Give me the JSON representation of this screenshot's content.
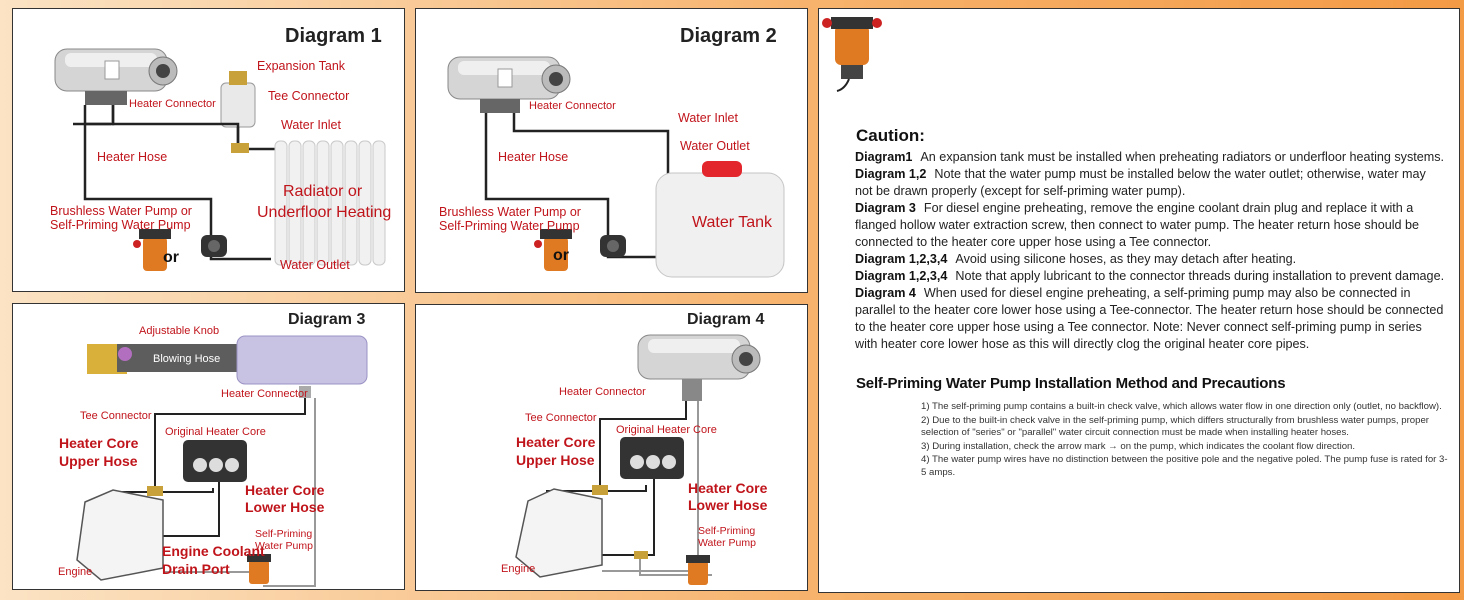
{
  "diagram1": {
    "title": "Diagram 1",
    "labels": {
      "expansion_tank": "Expansion Tank",
      "heater_connector": "Heater Connector",
      "tee_connector": "Tee Connector",
      "water_inlet": "Water Inlet",
      "heater_hose": "Heater Hose",
      "radiator": "Radiator or",
      "underfloor": "Underfloor Heating",
      "pump_line1": "Brushless Water Pump or",
      "pump_line2": "Self-Priming Water Pump",
      "or": "or",
      "water_outlet": "Water Outlet"
    }
  },
  "diagram2": {
    "title": "Diagram 2",
    "labels": {
      "heater_connector": "Heater Connector",
      "water_inlet": "Water Inlet",
      "water_outlet": "Water Outlet",
      "heater_hose": "Heater Hose",
      "water_tank": "Water Tank",
      "pump_line1": "Brushless Water Pump or",
      "pump_line2": "Self-Priming Water Pump",
      "or": "or"
    }
  },
  "diagram3": {
    "title": "Diagram 3",
    "labels": {
      "adjustable_knob": "Adjustable Knob",
      "blowing_hose": "Blowing Hose",
      "heater_connector": "Heater Connector",
      "tee_connector": "Tee Connector",
      "original_core": "Original Heater Core",
      "upper1": "Heater Core",
      "upper2": "Upper Hose",
      "lower1": "Heater Core",
      "lower2": "Lower Hose",
      "sp1": "Self-Priming",
      "sp2": "Water Pump",
      "drain1": "Engine Coolant",
      "drain2": "Drain Port",
      "engine": "Engine"
    }
  },
  "diagram4": {
    "title": "Diagram 4",
    "labels": {
      "heater_connector": "Heater Connector",
      "tee_connector": "Tee Connector",
      "original_core": "Original Heater Core",
      "upper1": "Heater Core",
      "upper2": "Upper Hose",
      "lower1": "Heater Core",
      "lower2": "Lower Hose",
      "sp1": "Self-Priming",
      "sp2": "Water Pump",
      "engine": "Engine"
    }
  },
  "caution": {
    "title": "Caution:",
    "notes": [
      {
        "key": "Diagram1",
        "text": "An expansion tank must be installed when preheating radiators or underfloor heating systems."
      },
      {
        "key": "Diagram 1,2",
        "text": "Note that the water pump must be installed below the water outlet; otherwise, water may not be drawn properly (except for self-priming water pump)."
      },
      {
        "key": "Diagram 3",
        "text": "For diesel engine preheating, remove the engine coolant drain plug and replace it with a flanged hollow water extraction screw, then connect to water pump. The heater return hose should be connected to the heater core upper hose using a Tee connector."
      },
      {
        "key": "Diagram 1,2,3,4",
        "text": "Avoid using silicone hoses, as they may detach after heating."
      },
      {
        "key": "Diagram 1,2,3,4",
        "text": "Note that apply lubricant to the connector threads during installation to prevent damage."
      },
      {
        "key": "Diagram 4",
        "text": "When used for diesel engine preheating, a self-priming pump may also be connected in parallel to the heater core lower hose using a Tee-connector. The heater return hose should be connected to the heater core upper hose using a Tee connector. Note: Never connect self-priming pump in series with heater core lower hose as this will directly clog the original heater core pipes."
      }
    ]
  },
  "self_priming": {
    "title": "Self-Priming Water Pump Installation Method and Precautions",
    "items": [
      "1) The self-priming pump contains a built-in check valve, which allows water flow in one direction only (outlet, no backflow).",
      "2) Due to the built-in check valve in the self-priming pump, which differs structurally from brushless water pumps, proper selection of \"series\" or \"parallel\" water circuit connection must be made when installing heater hoses.",
      "3) During installation, check the arrow mark → on the pump, which indicates the coolant flow direction.",
      "4) The water pump wires have no distinction between the positive pole and the negative poled. The pump fuse is rated for 3-5 amps."
    ]
  }
}
